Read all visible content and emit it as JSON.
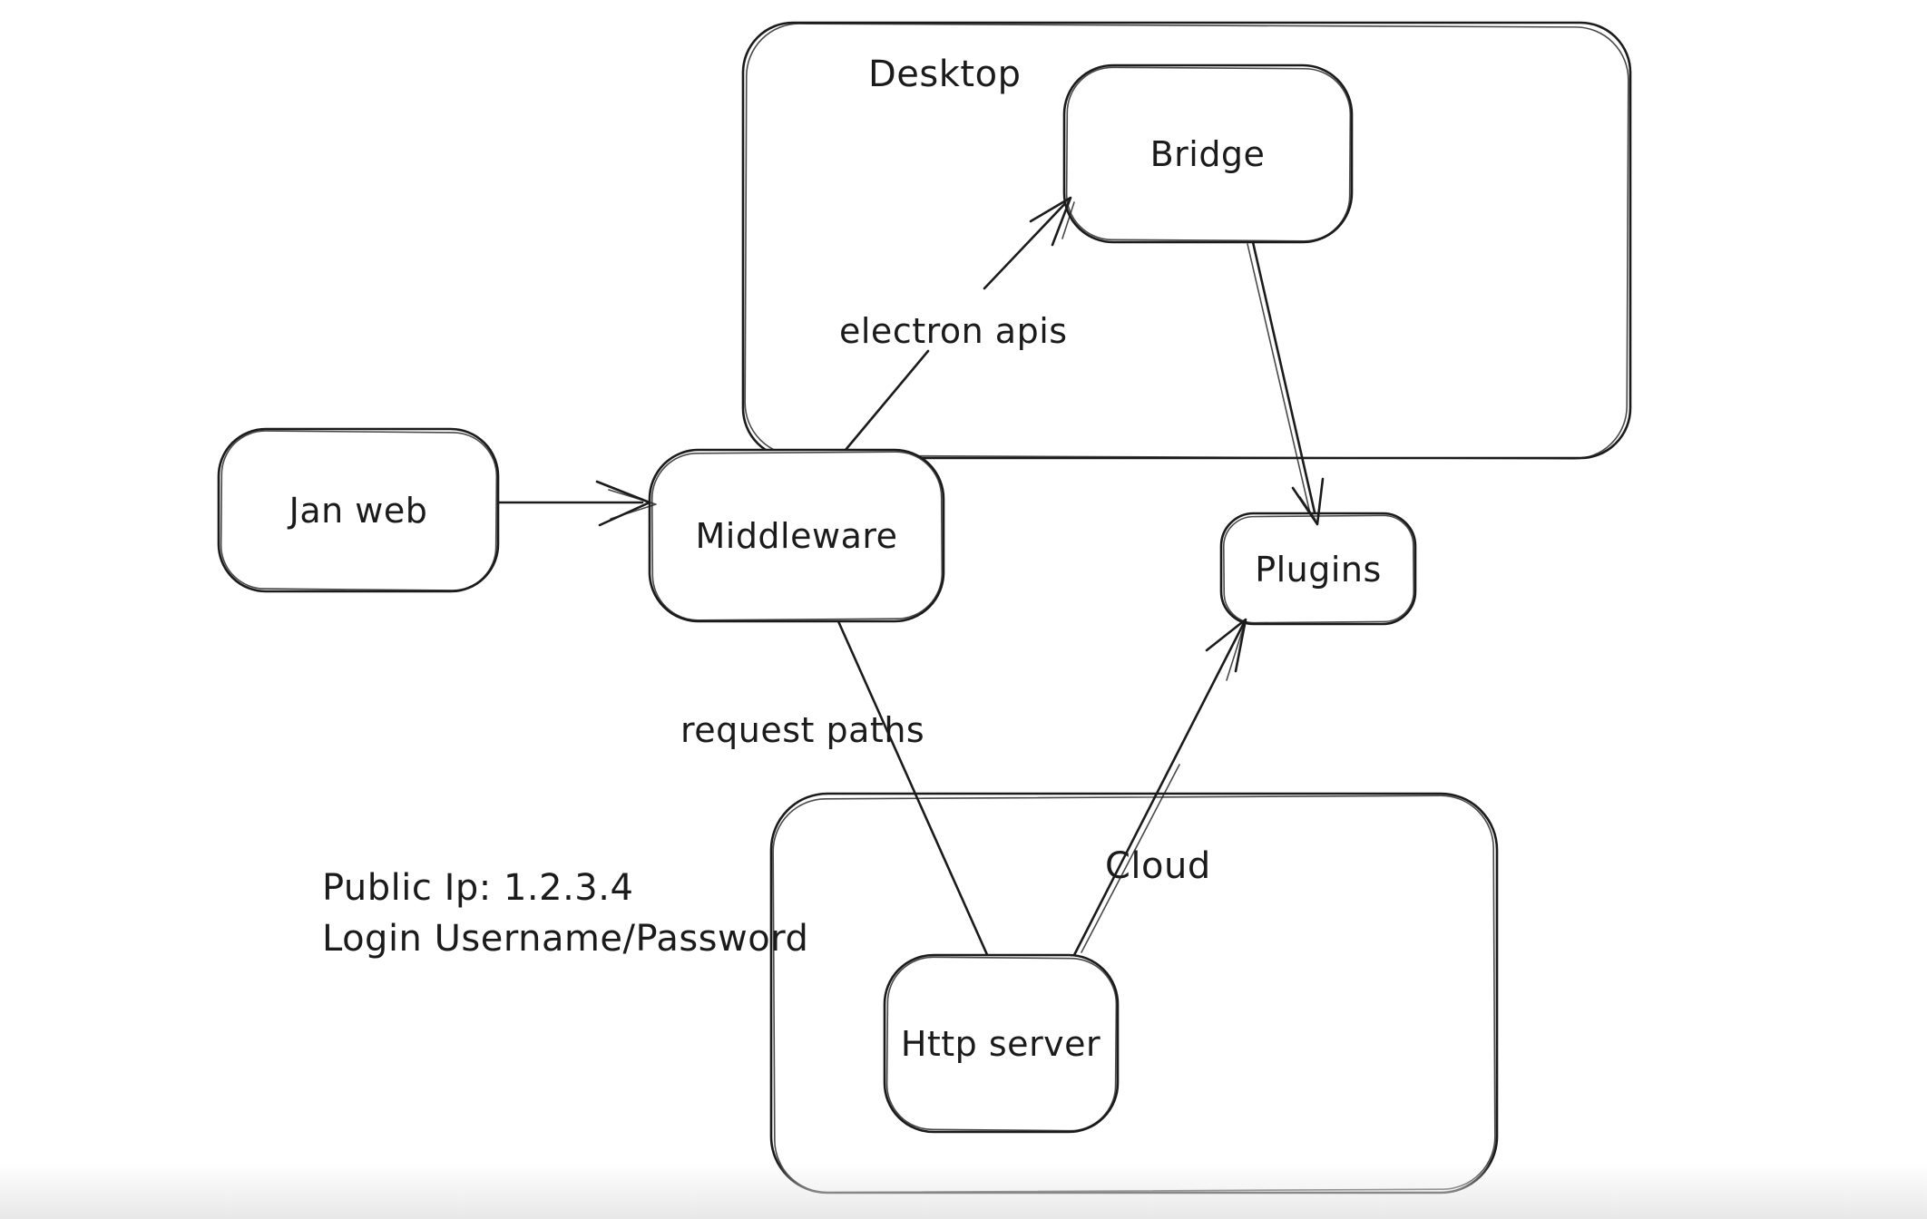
{
  "canvas": {
    "ink": "#1b1b1b",
    "background": "#ffffff",
    "bottom_fade": "#e8e8e8"
  },
  "diagram": {
    "containers": {
      "desktop": {
        "label": "Desktop",
        "contains": [
          "Bridge"
        ]
      },
      "cloud": {
        "label": "Cloud",
        "contains": [
          "Http server"
        ]
      }
    },
    "nodes": {
      "jan_web": {
        "label": "Jan web"
      },
      "middleware": {
        "label": "Middleware"
      },
      "bridge": {
        "label": "Bridge"
      },
      "plugins": {
        "label": "Plugins"
      },
      "http_server": {
        "label": "Http server"
      }
    },
    "edges": [
      {
        "from": "Jan web",
        "to": "Middleware",
        "label": "",
        "arrowhead": "end"
      },
      {
        "from": "Middleware",
        "to": "Bridge",
        "label": "electron apis",
        "arrowhead": "end"
      },
      {
        "from": "Bridge",
        "to": "Plugins",
        "label": "",
        "arrowhead": "end"
      },
      {
        "from": "Middleware",
        "to": "Http server",
        "label": "request paths",
        "arrowhead": "none"
      },
      {
        "from": "Http server",
        "to": "Plugins",
        "label": "",
        "arrowhead": "end"
      }
    ],
    "notes": {
      "line1": "Public Ip: 1.2.3.4",
      "line2": "Login Username/Password"
    }
  }
}
